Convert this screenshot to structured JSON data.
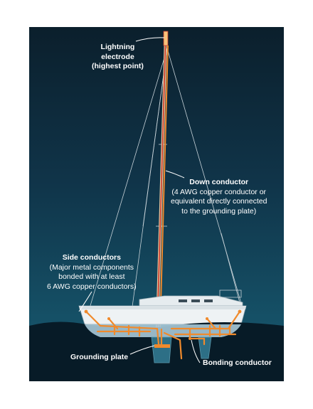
{
  "labels": {
    "lightning_electrode": {
      "line1": "Lightning",
      "line2": "electrode",
      "line3": "(highest point)"
    },
    "down_conductor": {
      "title": "Down conductor",
      "line1": "(4 AWG copper conductor or",
      "line2": "equivalent directly connected",
      "line3": "to the grounding plate)"
    },
    "side_conductors": {
      "title": "Side conductors",
      "line1": "(Major metal components",
      "line2": "bonded with at least",
      "line3": "6 AWG copper conductors)"
    },
    "grounding_plate": "Grounding plate",
    "bonding_conductor": "Bonding conductor"
  },
  "colors": {
    "background_top": "#0b1f2c",
    "background_bottom": "#1b5c71",
    "water": "#071b27",
    "conductor": "#f08a2c",
    "mast_core": "#c8372a",
    "hull": "#eef2f4",
    "label_text": "#ffffff"
  }
}
